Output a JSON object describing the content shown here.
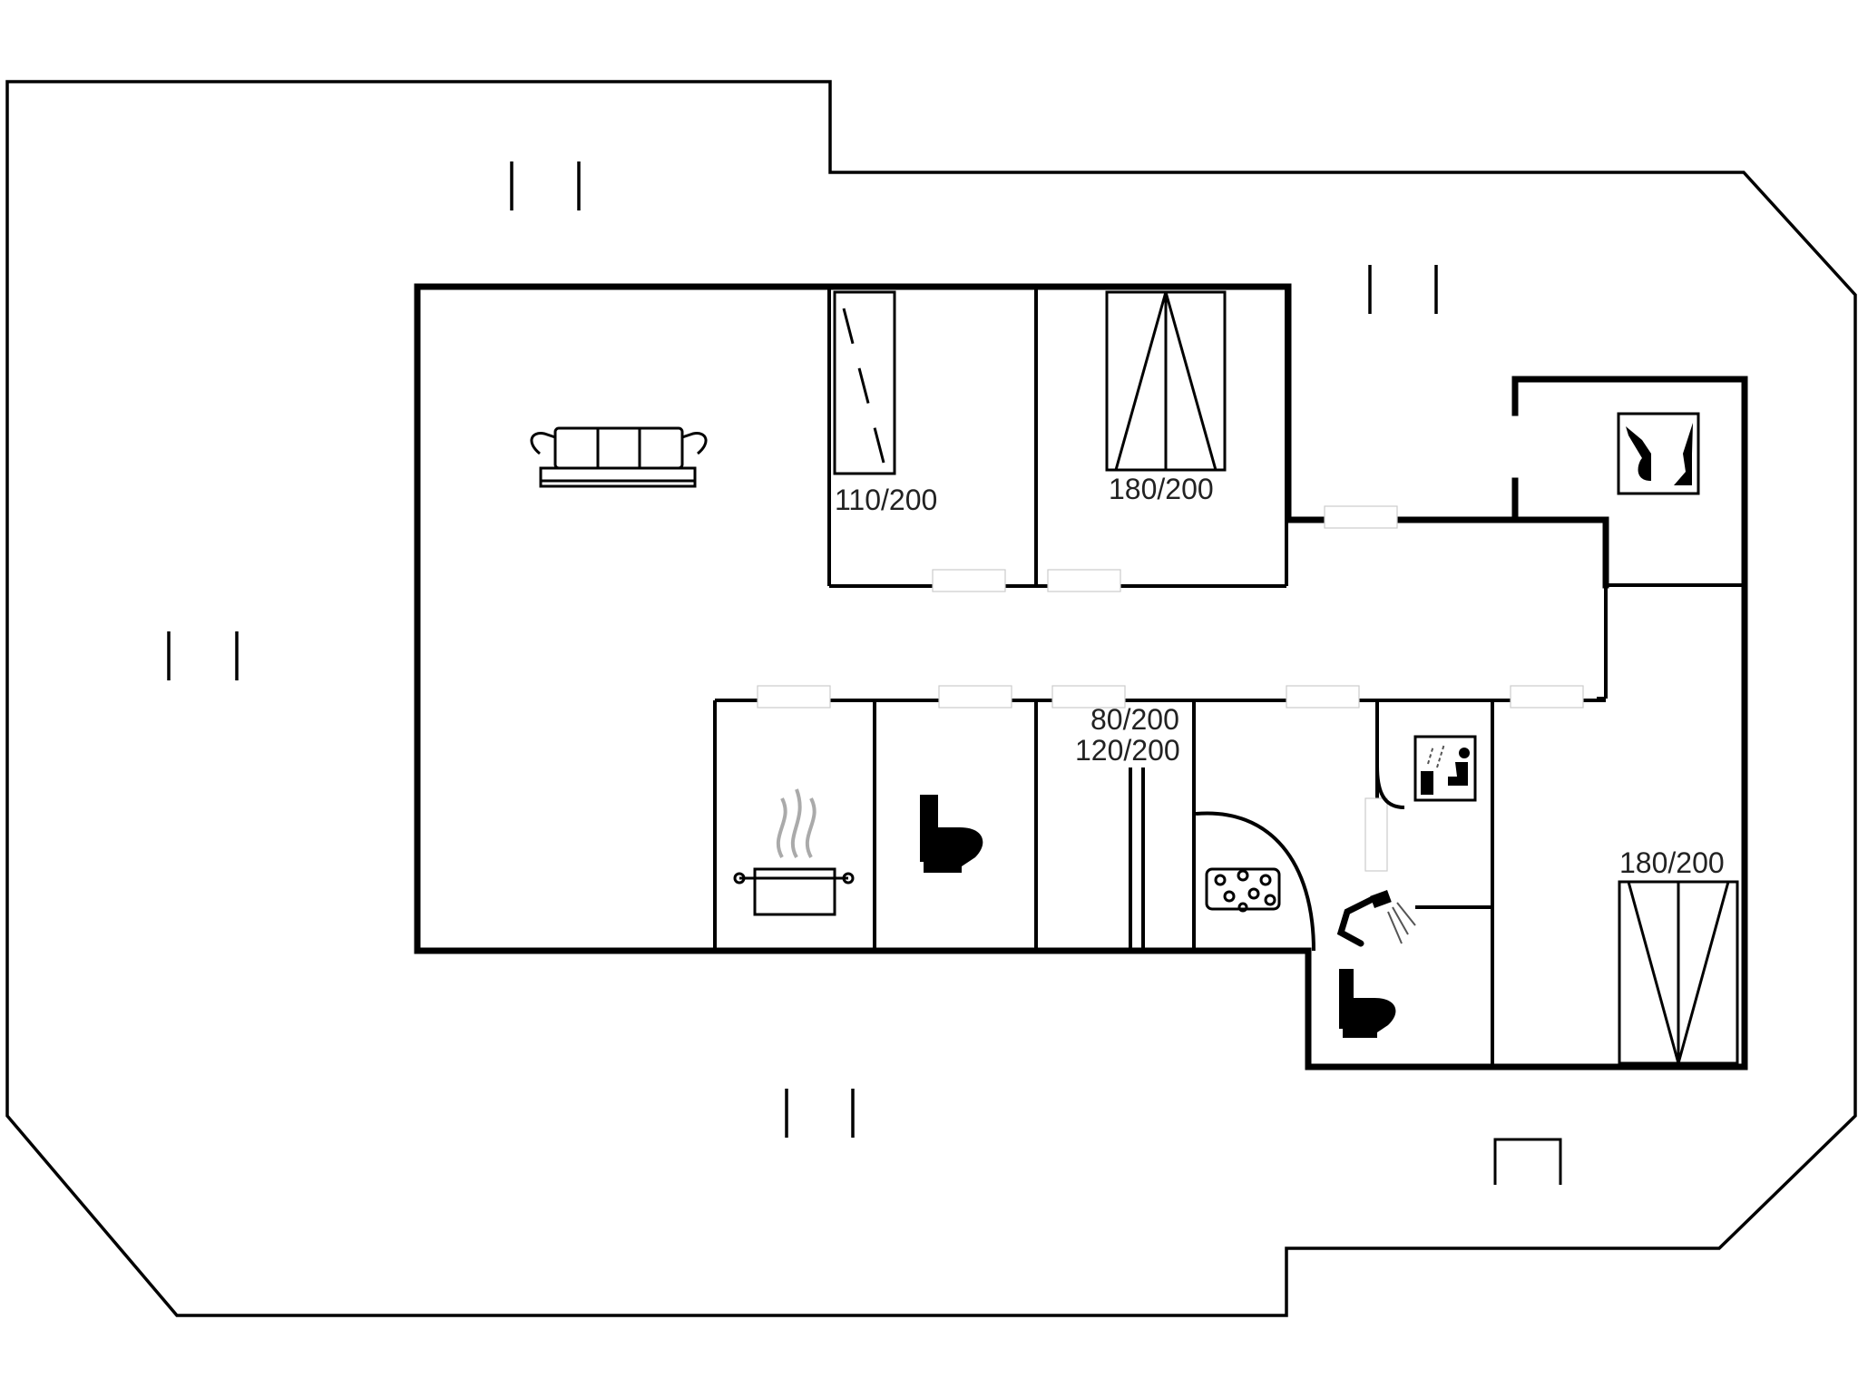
{
  "plan": {
    "bed_labels": {
      "bedroom_1": "110/200",
      "bedroom_2": "180/200",
      "bunk_top": "80/200",
      "bunk_bottom": "120/200",
      "bedroom_3": "180/200"
    },
    "icons": [
      "sofa-icon",
      "cooking-pot-icon",
      "toilet-icon",
      "toilet-icon",
      "shower-icon",
      "whirlpool-icon",
      "sauna-icon",
      "washing-machine-icon"
    ]
  }
}
